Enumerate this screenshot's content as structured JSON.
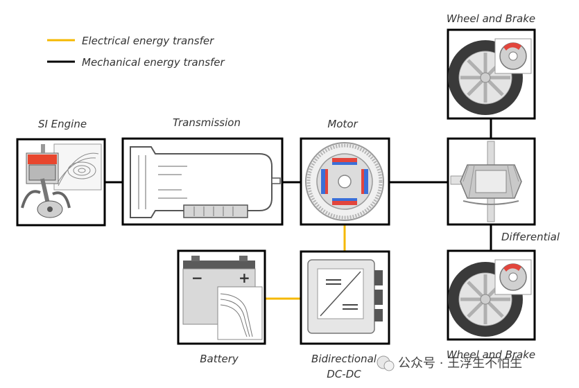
{
  "legend": {
    "electrical": "Electrical energy transfer",
    "mechanical": "Mechanical energy transfer"
  },
  "components": {
    "engine": "SI Engine",
    "transmission": "Transmission",
    "motor": "Motor",
    "wheel_top": "Wheel and Brake",
    "differential": "Differential",
    "wheel_bottom": "Wheel and Brake",
    "battery": "Battery",
    "dcdc_line1": "Bidirectional",
    "dcdc_line2": "DC-DC"
  },
  "battery_symbols": {
    "minus": "−",
    "plus": "+"
  },
  "watermark": "公众号 · 王浮生不怕生",
  "colors": {
    "electrical": "#f5b800",
    "mechanical": "#000000",
    "magnet_red": "#e2453c",
    "magnet_blue": "#3a6fd8",
    "engine_red": "#e8462e"
  }
}
